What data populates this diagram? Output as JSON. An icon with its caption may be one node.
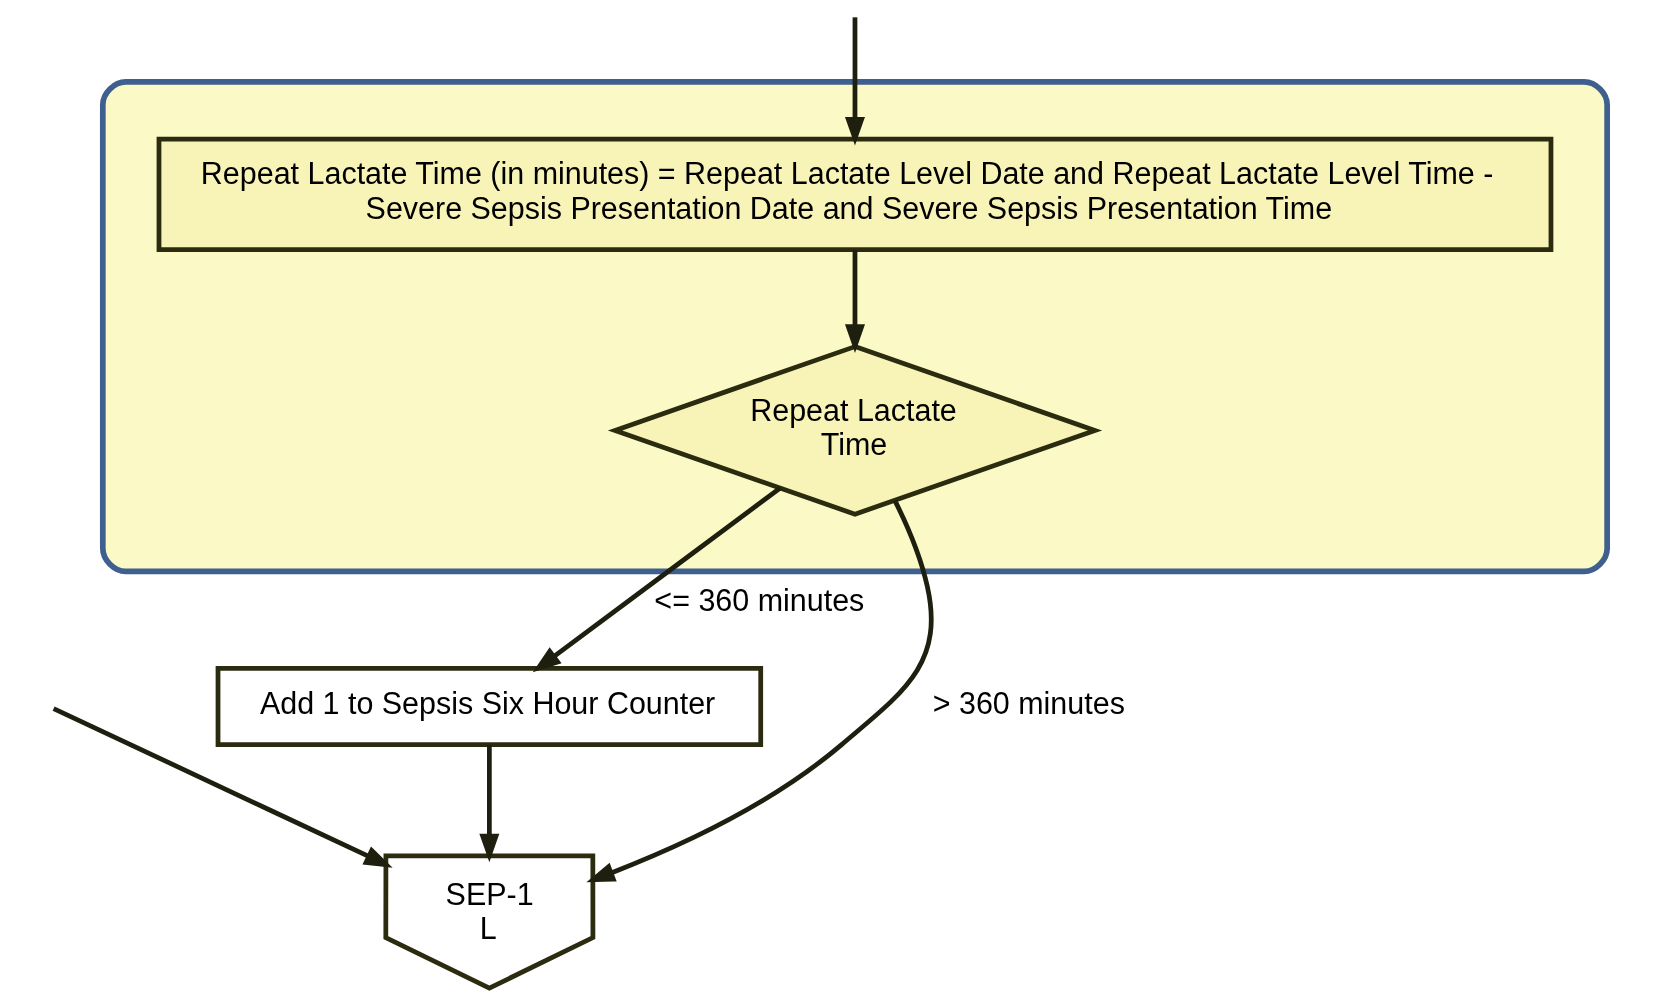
{
  "diagram": {
    "nodes": [
      {
        "text": [],
        "shape": "box"
      },
      {
        "text": [
          "Repeat Lactate Time (in minutes) = Repeat Lactate Level Date and Repeat Lactate Level Time - Severe Sepsis Presentation Date and Severe Sepsis Presentation Time"
        ],
        "in": 0
      },
      {
        "text": [
          "Repeat Lactate Time"
        ],
        "in": 0
      },
      {
        "text": [
          "Add 1 to Sepsis Six Hour Counter"
        ]
      },
      {
        "text": [
          "SEP-1 L"
        ]
      }
    ],
    "edges": [
      {
        "from": null,
        "to": 1,
        "arrow": "to"
      },
      {
        "from": 1,
        "to": 2,
        "arrow": "to"
      },
      {
        "from": 2,
        "to": 4,
        "arrow": "to",
        "label": "> 360 minutes"
      },
      {
        "from": 2,
        "to": 3,
        "arrow": "to",
        "label": "<= 360 minutes"
      },
      {
        "from": 3,
        "to": 4,
        "arrow": "to"
      },
      {
        "from": null,
        "to": 4,
        "arrow": "to"
      }
    ]
  }
}
